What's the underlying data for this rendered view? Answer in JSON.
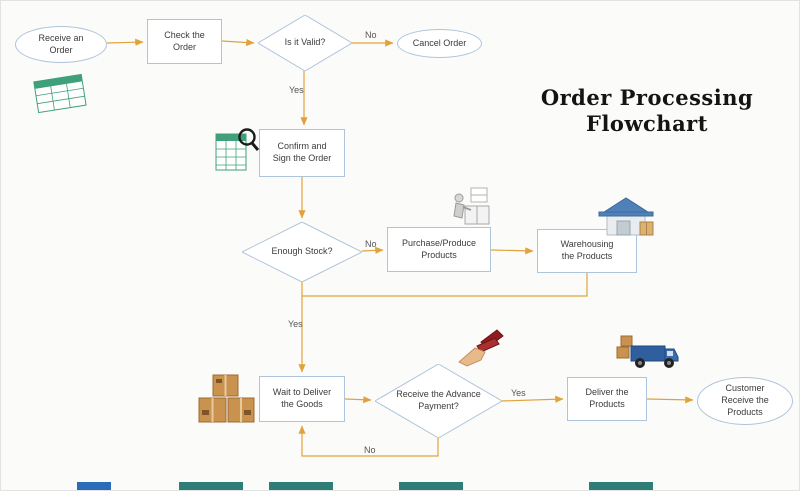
{
  "title": {
    "text": "Order Processing\nFlowchart"
  },
  "nodes": {
    "receive_order": {
      "label": "Receive an\nOrder"
    },
    "check_order": {
      "label": "Check the\nOrder"
    },
    "is_valid": {
      "label": "Is it Valid?"
    },
    "cancel_order": {
      "label": "Cancel Order"
    },
    "confirm_sign": {
      "label": "Confirm and\nSign the Order"
    },
    "enough_stock": {
      "label": "Enough Stock?"
    },
    "purchase_produce": {
      "label": "Purchase/Produce\nProducts"
    },
    "warehousing": {
      "label": "Warehousing\nthe Products"
    },
    "wait_deliver": {
      "label": "Wait to Deliver\nthe Goods"
    },
    "advance_payment": {
      "label": "Receive the Advance\nPayment?"
    },
    "deliver_products": {
      "label": "Deliver the\nProducts"
    },
    "customer_receive": {
      "label": "Customer\nReceive the\nProducts"
    }
  },
  "edge_labels": {
    "valid_no": "No",
    "valid_yes": "Yes",
    "stock_no": "No",
    "stock_yes": "Yes",
    "payment_yes": "Yes",
    "payment_no": "No"
  },
  "icons": {
    "spreadsheet": "spreadsheet-icon",
    "spreadsheet_magnifier": "spreadsheet-magnifier-icon",
    "worker_box": "worker-with-box-icon",
    "warehouse": "warehouse-icon",
    "cardboard_boxes": "cardboard-boxes-icon",
    "hand_money": "hand-with-money-icon",
    "delivery_truck": "delivery-truck-icon"
  },
  "colors": {
    "arrow": "#E2A23B",
    "shape_border": "#AEC4DA",
    "title_text": "#141414"
  }
}
